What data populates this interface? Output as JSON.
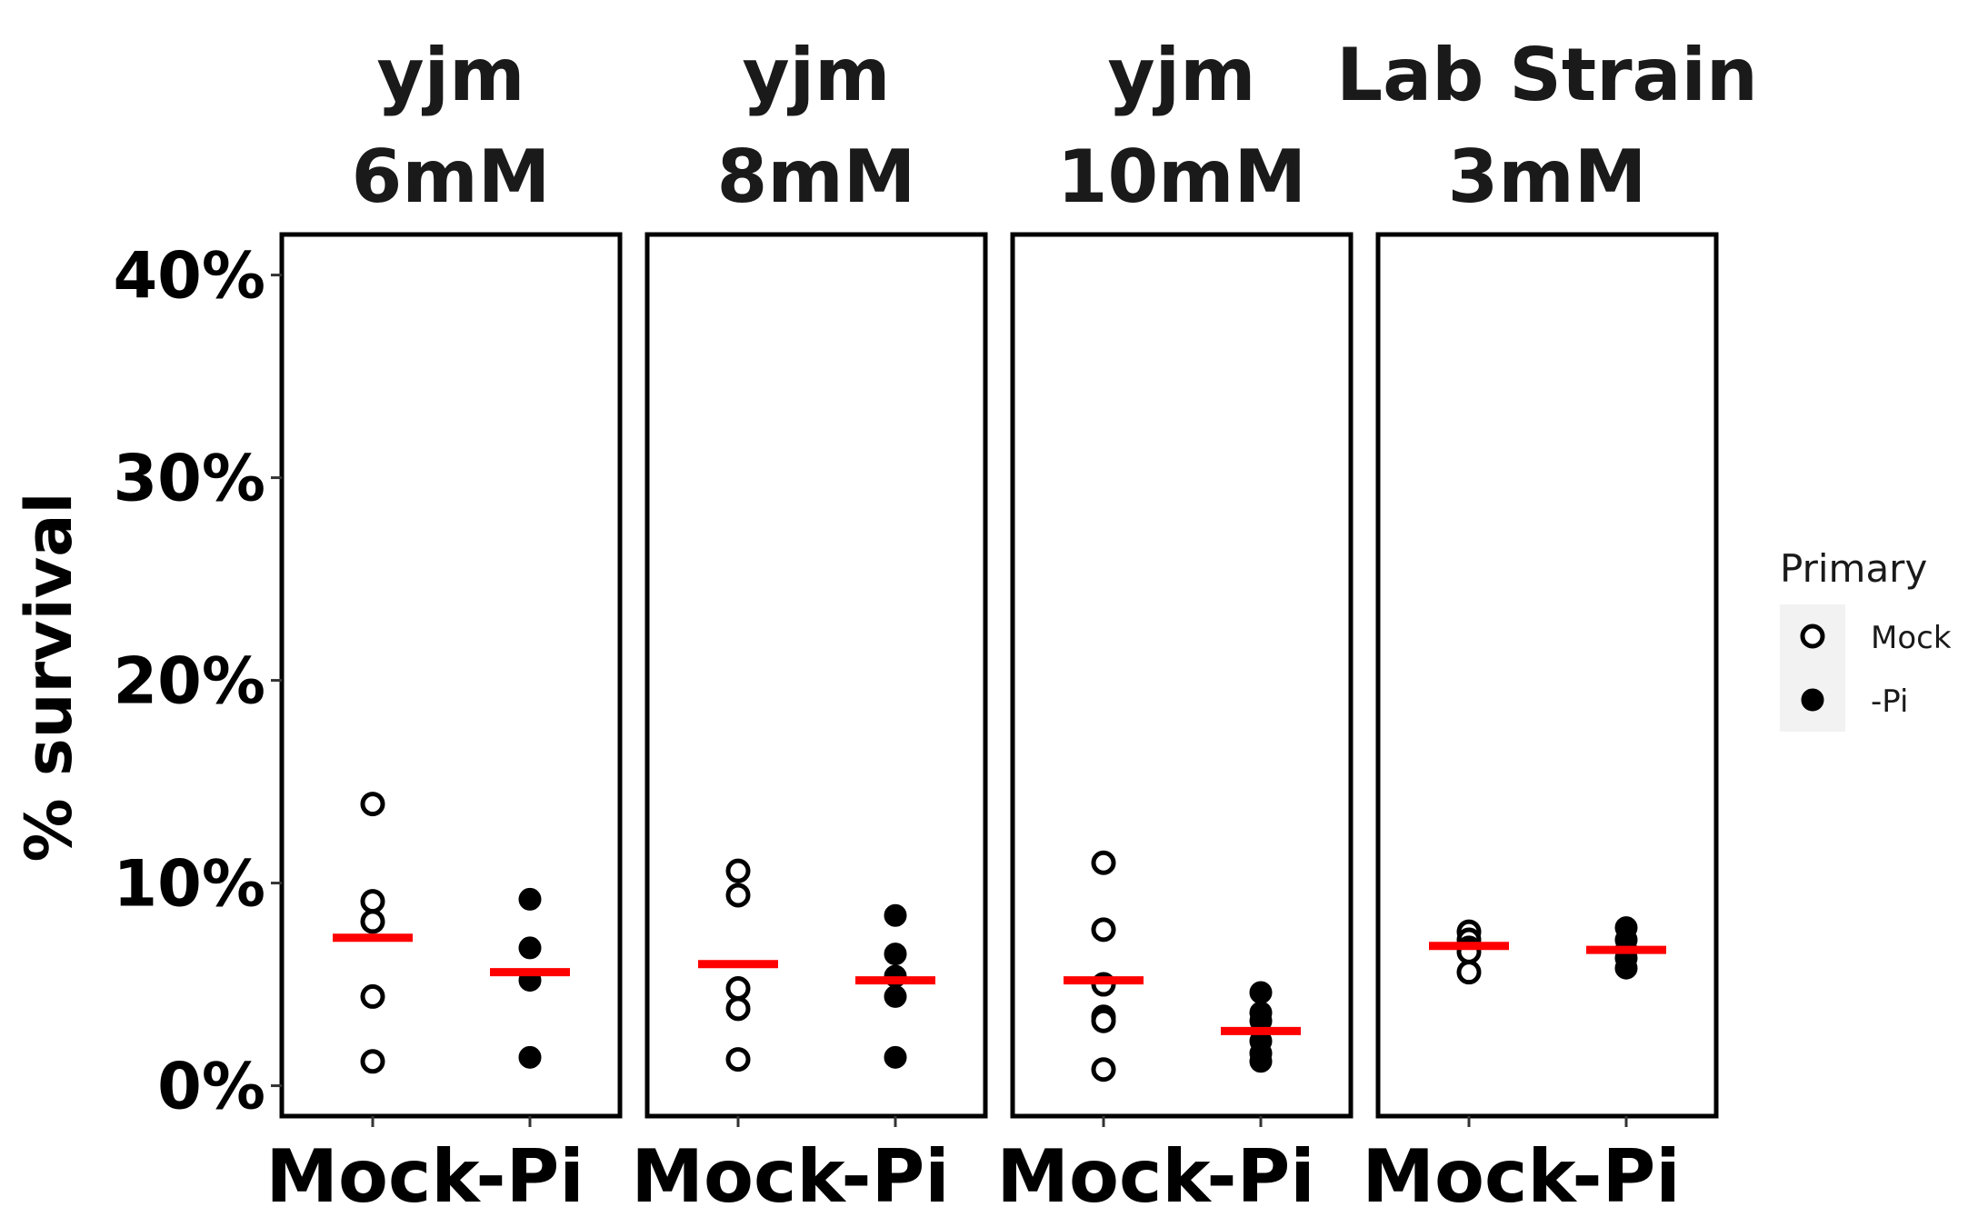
{
  "chart_data": {
    "type": "scatter",
    "ylabel": "% survival",
    "ylim": [
      -1.5,
      42
    ],
    "y_ticks": [
      "0%",
      "10%",
      "20%",
      "30%",
      "40%"
    ],
    "y_tick_values": [
      0,
      10,
      20,
      30,
      40
    ],
    "categories": [
      "Mock",
      "-Pi"
    ],
    "mean_color": "#ff0000",
    "legend": {
      "title": "Primary",
      "placement": "right",
      "entries": [
        {
          "label": "Mock",
          "marker": "open-circle"
        },
        {
          "label": "-Pi",
          "marker": "filled-circle"
        }
      ]
    },
    "panels": [
      {
        "title_line1": "yjm",
        "title_line2": "6mM",
        "series": [
          {
            "name": "Mock",
            "values": [
              13.9,
              9.1,
              8.1,
              4.4,
              1.2
            ],
            "mean": 7.3
          },
          {
            "name": "-Pi",
            "values": [
              9.2,
              6.8,
              5.2,
              1.4
            ],
            "mean": 5.6
          }
        ]
      },
      {
        "title_line1": "yjm",
        "title_line2": "8mM",
        "series": [
          {
            "name": "Mock",
            "values": [
              10.6,
              9.4,
              4.8,
              3.8,
              1.3
            ],
            "mean": 6.0
          },
          {
            "name": "-Pi",
            "values": [
              8.4,
              6.5,
              5.4,
              4.4,
              1.4
            ],
            "mean": 5.2
          }
        ]
      },
      {
        "title_line1": "yjm",
        "title_line2": "10mM",
        "series": [
          {
            "name": "Mock",
            "values": [
              11.0,
              7.7,
              5.0,
              3.4,
              3.2,
              0.8
            ],
            "mean": 5.2
          },
          {
            "name": "-Pi",
            "values": [
              4.6,
              3.6,
              3.2,
              2.2,
              1.6,
              1.2
            ],
            "mean": 2.7
          }
        ]
      },
      {
        "title_line1": "Lab Strain",
        "title_line2": "3mM",
        "series": [
          {
            "name": "Mock",
            "values": [
              7.6,
              7.2,
              6.8,
              6.6,
              5.6
            ],
            "mean": 6.9
          },
          {
            "name": "-Pi",
            "values": [
              7.8,
              7.2,
              6.7,
              6.3,
              5.8
            ],
            "mean": 6.7
          }
        ]
      }
    ]
  }
}
